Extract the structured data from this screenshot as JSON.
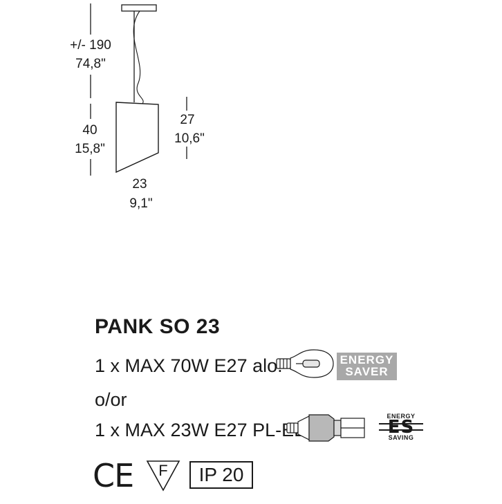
{
  "drawing": {
    "cable_length_mm": "+/- 190",
    "cable_length_in": "74,8\"",
    "total_height_mm": "40",
    "total_height_in": "15,8\"",
    "shade_height_mm": "27",
    "shade_height_in": "10,6\"",
    "shade_width_mm": "23",
    "shade_width_in": "9,1\""
  },
  "product": {
    "name": "PANK SO 23",
    "spec_line_1": "1 x MAX 70W E27 alo.",
    "separator": "o/or",
    "spec_line_2": "1 x MAX 23W E27 PL-EL"
  },
  "badges": {
    "energy_saver_top": "ENERGY",
    "energy_saver_bottom": "SAVER",
    "es_top": "ENERGY",
    "es_mid": "ES",
    "es_bottom": "SAVING"
  },
  "certifications": {
    "ce": "CE",
    "f_mark": "F",
    "ip_rating": "IP 20"
  },
  "colors": {
    "ink": "#1a1a1a",
    "badge_gray": "#a8a8a8"
  }
}
